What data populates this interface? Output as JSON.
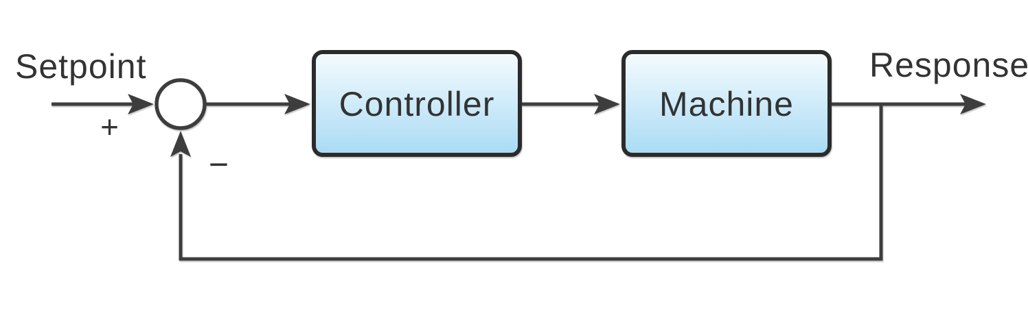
{
  "diagram": {
    "type": "feedback-control-block-diagram",
    "labels": {
      "setpoint": "Setpoint",
      "plus_sign": "+",
      "minus_sign": "−",
      "response": "Response"
    },
    "blocks": [
      {
        "id": "controller",
        "label": "Controller"
      },
      {
        "id": "machine",
        "label": "Machine"
      }
    ],
    "colors": {
      "background": "#ffffff",
      "wire": "#3d3d3d",
      "block_border": "#2b2b2b",
      "block_fill_top": "#f6fbfe",
      "block_fill_bottom": "#a8dbf4",
      "summing_junction_fill": "#ffffff",
      "text": "#333333"
    }
  }
}
